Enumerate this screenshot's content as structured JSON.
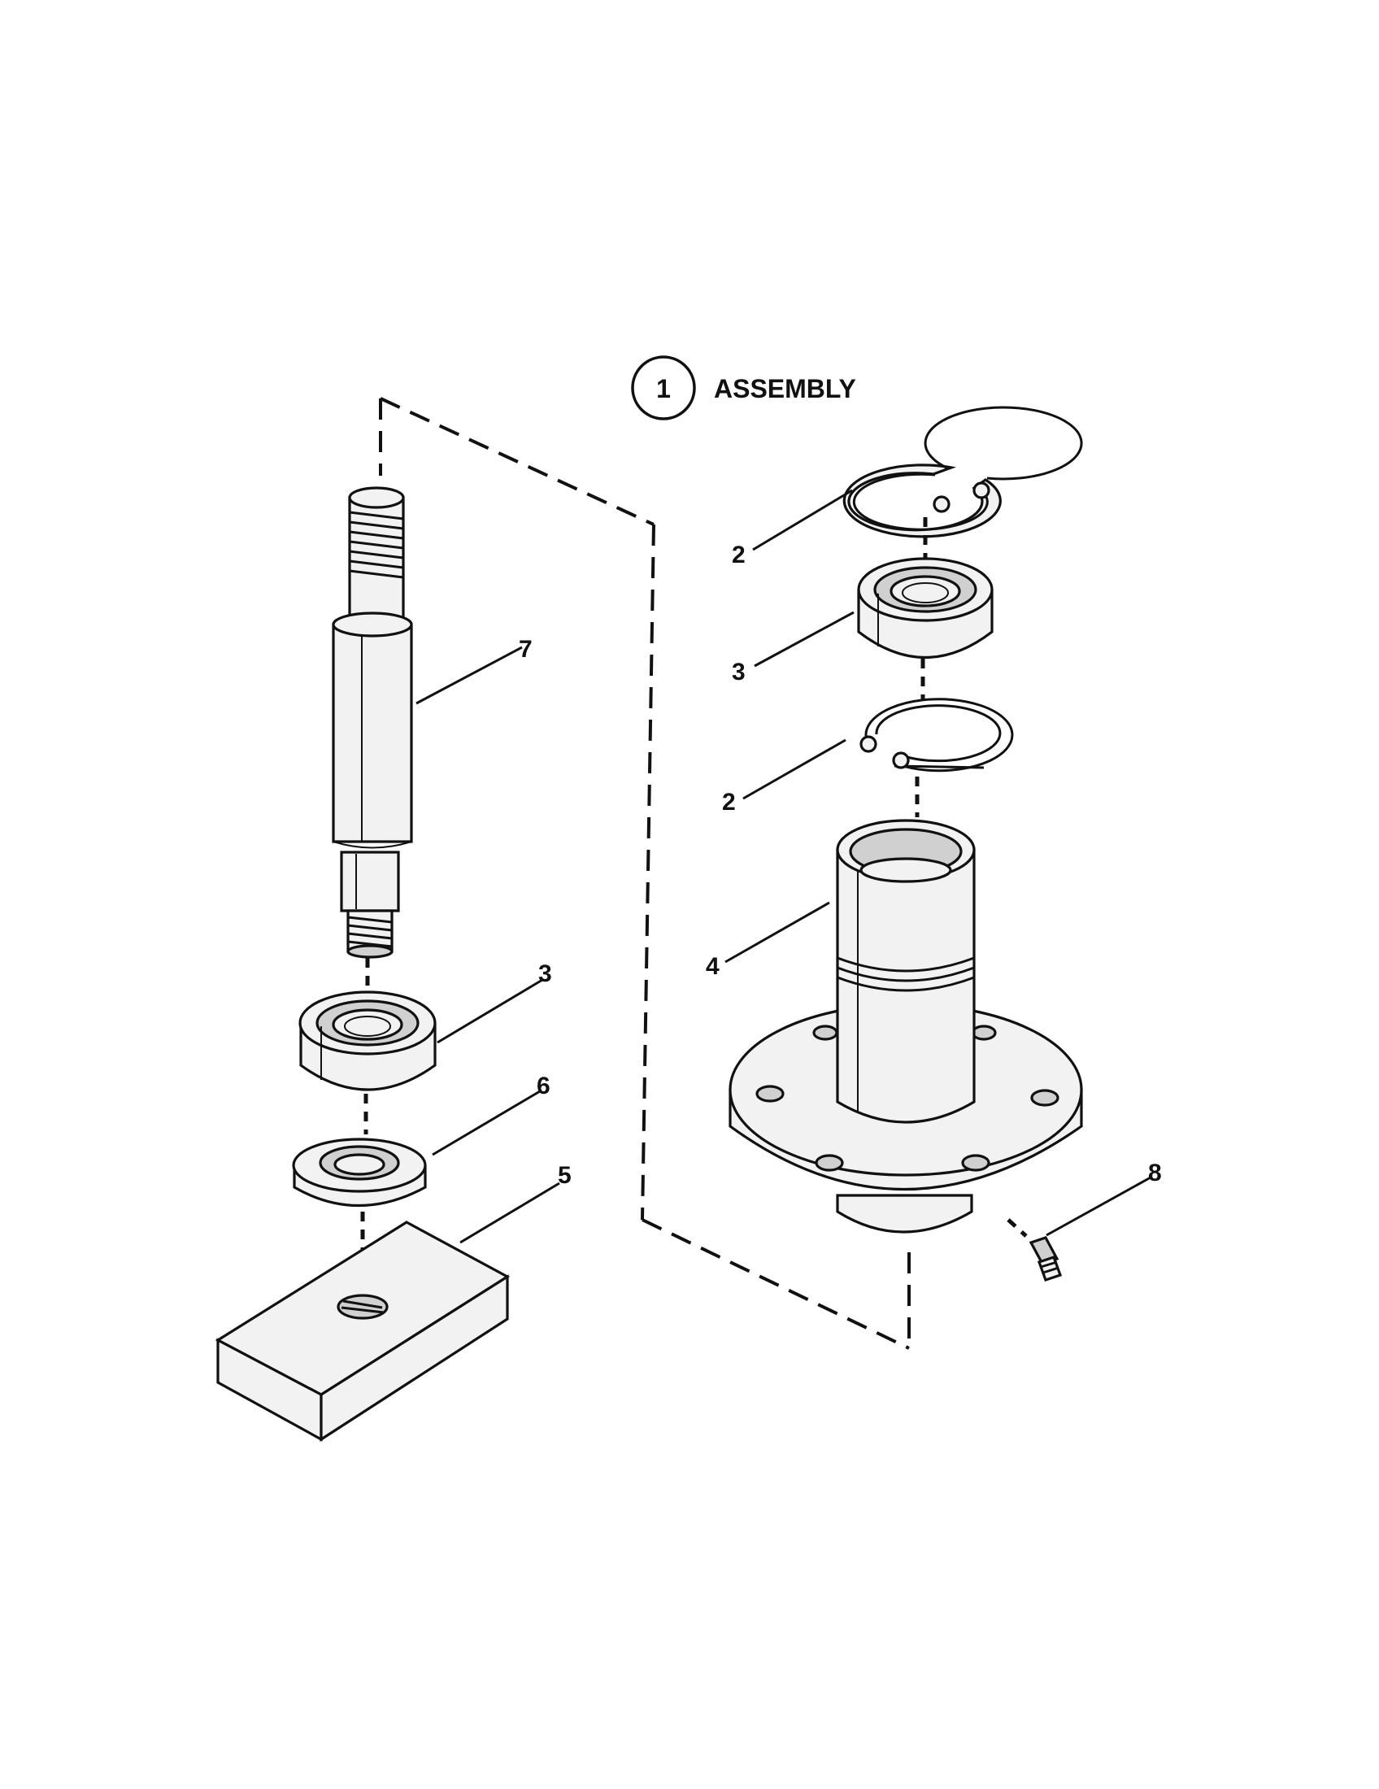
{
  "title": {
    "number": "1",
    "label": "ASSEMBLY"
  },
  "callouts": {
    "c2_top": "2",
    "c3_right": "3",
    "c2_bottom": "2",
    "c4": "4",
    "c7": "7",
    "c3_left": "3",
    "c6": "6",
    "c5": "5",
    "c8": "8"
  }
}
